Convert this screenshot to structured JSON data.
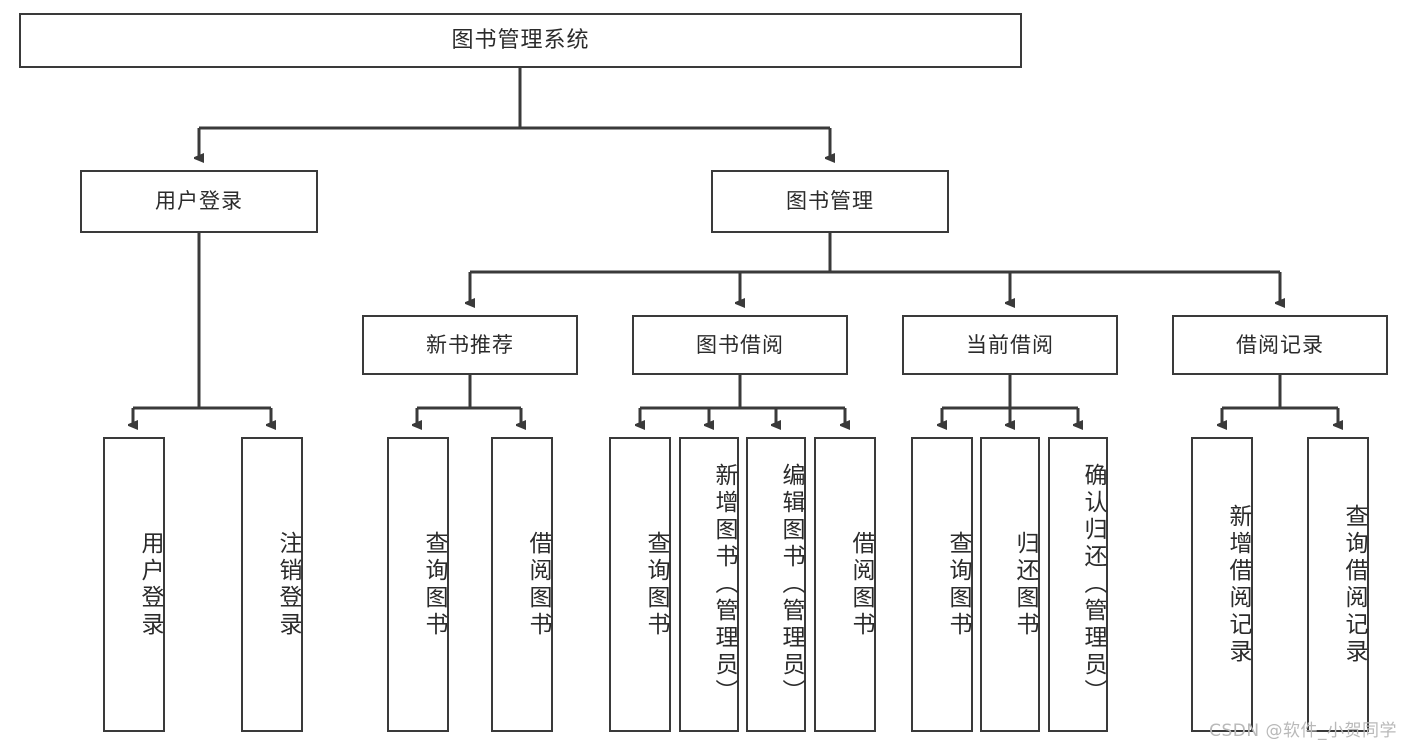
{
  "diagram": {
    "title": "图书管理系统",
    "type": "tree",
    "watermark": "CSDN @软件_小贺同学",
    "line_color": "#3a3a3a",
    "box_fill": "#ffffff",
    "text_color": "#2b2b2b"
  },
  "nodes": {
    "root": {
      "label": "图书管理系统"
    },
    "level2": [
      {
        "label": "用户登录"
      },
      {
        "label": "图书管理"
      }
    ],
    "level3": [
      {
        "label": "新书推荐"
      },
      {
        "label": "图书借阅"
      },
      {
        "label": "当前借阅"
      },
      {
        "label": "借阅记录"
      }
    ],
    "leaves": {
      "user_login": [
        {
          "label": "用户登录"
        },
        {
          "label": "注销登录"
        }
      ],
      "new_book": [
        {
          "label": "查询图书"
        },
        {
          "label": "借阅图书"
        }
      ],
      "book_borrow": [
        {
          "label": "查询图书"
        },
        {
          "label": "新增图书（管理员）"
        },
        {
          "label": "编辑图书（管理员）"
        },
        {
          "label": "借阅图书"
        }
      ],
      "current_borrow": [
        {
          "label": "查询图书"
        },
        {
          "label": "归还图书"
        },
        {
          "label": "确认归还（管理员）"
        }
      ],
      "borrow_record": [
        {
          "label": "新增借阅记录"
        },
        {
          "label": "查询借阅记录"
        }
      ]
    }
  }
}
